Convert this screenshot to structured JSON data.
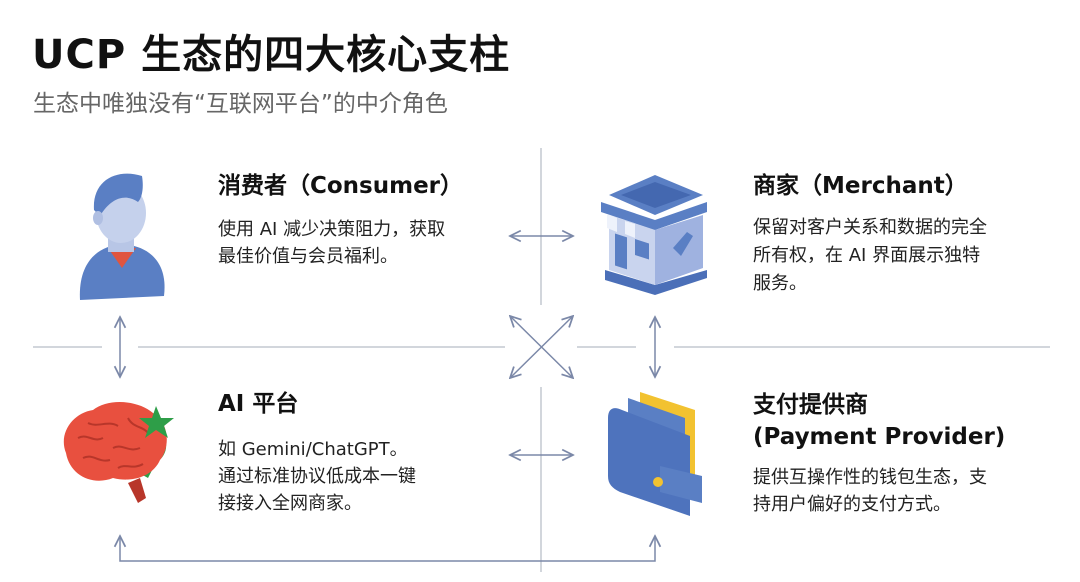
{
  "header": {
    "title": "UCP 生态的四大核心支柱",
    "subtitle": "生态中唯独没有“互联网平台”的中介角色"
  },
  "pillars": {
    "consumer": {
      "title": "消费者（Consumer）",
      "desc": [
        "使用 AI 减少决策阻力，获取",
        "最佳价值与会员福利。"
      ],
      "icon": "person-icon"
    },
    "merchant": {
      "title": "商家（Merchant）",
      "desc": [
        "保留对客户关系和数据的完全",
        "所有权，在 AI 界面展示独特",
        "服务。"
      ],
      "icon": "storefront-icon"
    },
    "ai_platform": {
      "title": "AI 平台",
      "desc": [
        "如 Gemini/ChatGPT。",
        "通过标准协议低成本一键",
        "接接入全网商家。"
      ],
      "icon": "brain-icon"
    },
    "payment": {
      "title": [
        "支付提供商",
        "(Payment Provider)"
      ],
      "desc": [
        "提供互操作性的钱包生态，支",
        "持用户偏好的支付方式。"
      ],
      "icon": "wallet-icon"
    }
  },
  "colors": {
    "line": "#b9bfc9",
    "arrow": "#7b88a8",
    "blue": "#5a7fc4",
    "red": "#e0483a",
    "green": "#2e9e48",
    "yellow": "#f2c230"
  }
}
